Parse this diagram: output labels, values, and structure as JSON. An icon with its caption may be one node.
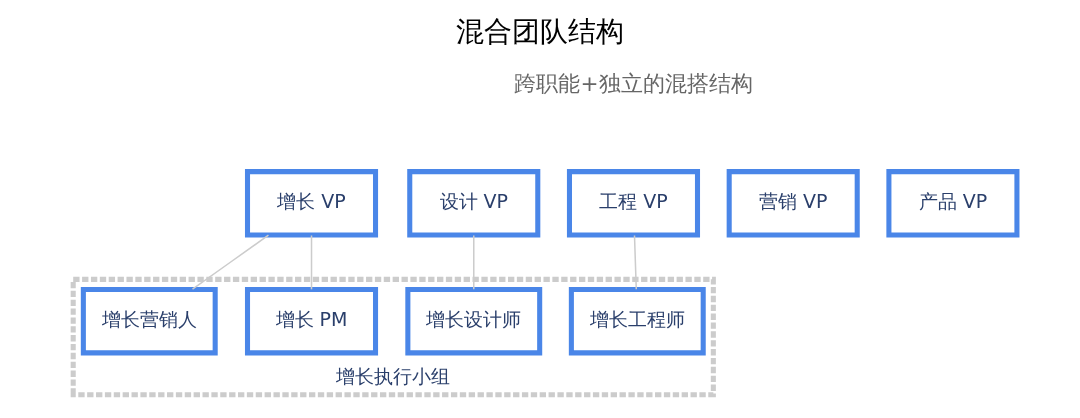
{
  "diagram": {
    "title": "混合团队结构",
    "nodes": [
      {
        "text": [
          "增长 VP"
        ]
      },
      {
        "text": [
          "设计 VP"
        ]
      },
      {
        "text": [
          "工程 VP"
        ]
      },
      {
        "text": [
          "营销 VP"
        ]
      },
      {
        "text": [
          "产品 VP"
        ]
      },
      {
        "text": [
          "增长执行小组"
        ]
      },
      {
        "text": [
          "增长 PM"
        ],
        "in": 5
      },
      {
        "text": [
          "增长营销人"
        ],
        "in": 5
      },
      {
        "text": [
          "增长设计师"
        ],
        "in": 5
      },
      {
        "text": [
          "增长工程师"
        ],
        "in": 5
      }
    ],
    "edges": [
      {
        "from": 0,
        "to": 6,
        "arrow": "none"
      },
      {
        "from": 0,
        "to": 7,
        "arrow": "none"
      },
      {
        "from": 1,
        "to": 8,
        "arrow": "none"
      },
      {
        "from": 2,
        "to": 9,
        "arrow": "none"
      }
    ],
    "labels": [
      "跨职能+独立的混搭结构"
    ]
  }
}
